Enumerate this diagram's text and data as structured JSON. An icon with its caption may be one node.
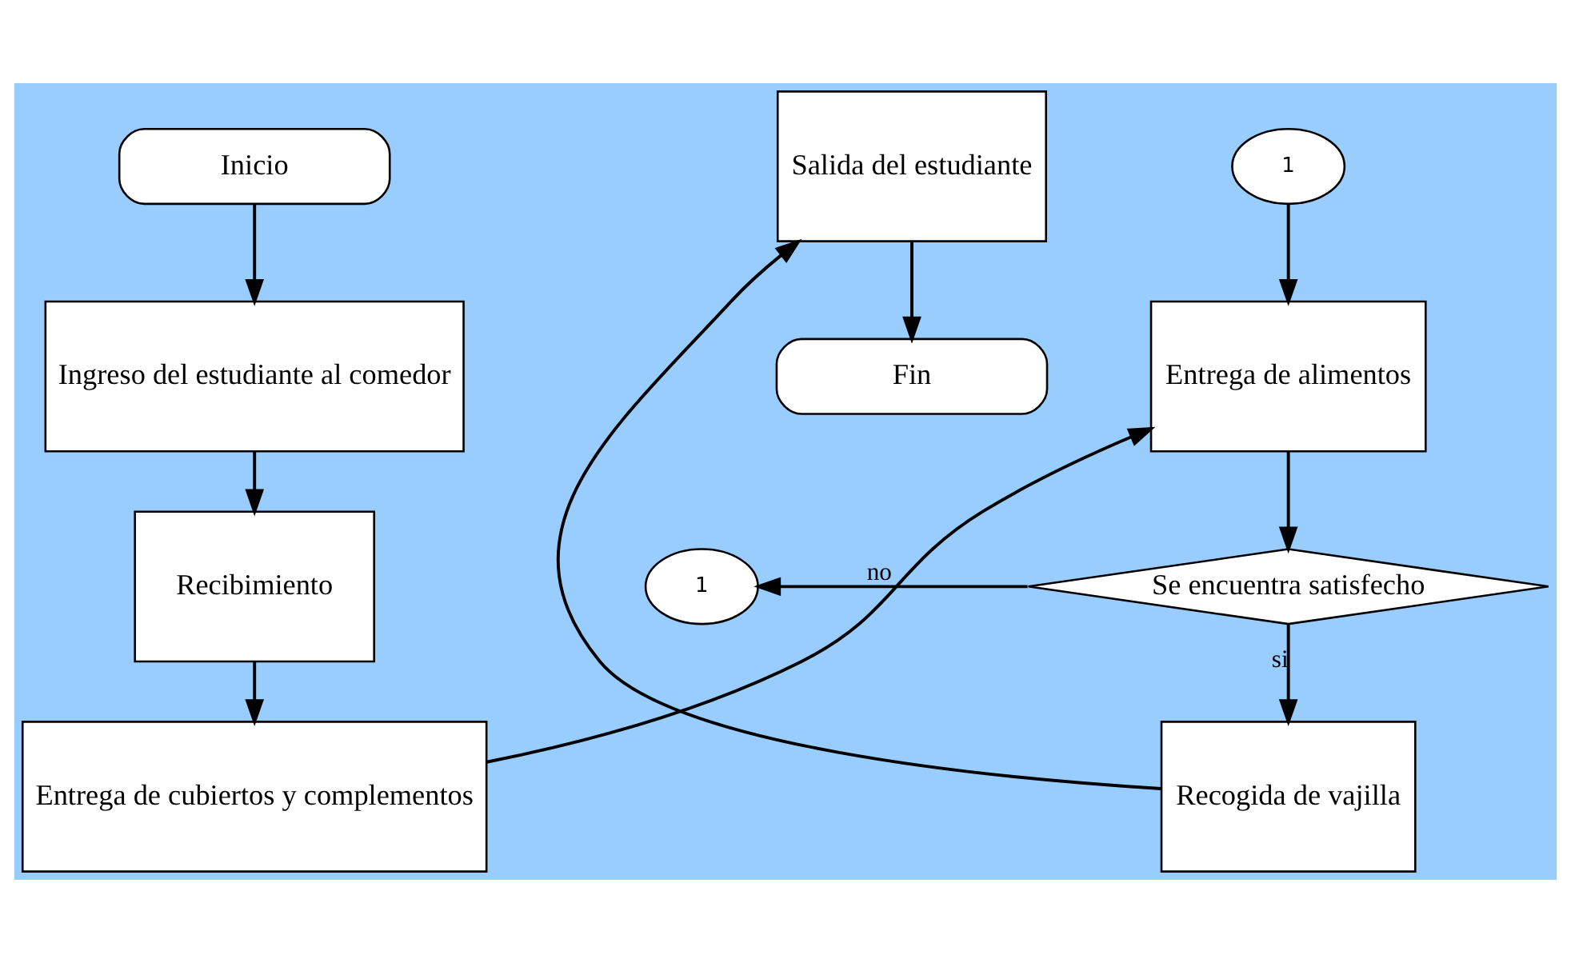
{
  "diagram": {
    "nodes": [
      {
        "text": [
          "Inicio"
        ]
      },
      {
        "text": [
          "Ingreso del estudiante al comedor"
        ]
      },
      {
        "text": [
          "Recibimiento"
        ]
      },
      {
        "text": [
          "Entrega de cubiertos y complementos"
        ]
      },
      {
        "text": [
          "Entrega de alimentos"
        ]
      },
      {
        "text": [
          "1"
        ]
      },
      {
        "text": [
          "Se encuentra satisfecho"
        ]
      },
      {
        "text": [
          "1"
        ]
      },
      {
        "text": [
          "Recogida de vajilla"
        ]
      },
      {
        "text": [
          "Salida del estudiante"
        ]
      },
      {
        "text": [
          "Fin"
        ]
      }
    ],
    "edges": [
      {
        "from": 0,
        "to": 1,
        "arrow": "to"
      },
      {
        "from": 1,
        "to": 2,
        "arrow": "to"
      },
      {
        "from": 2,
        "to": 3,
        "arrow": "to"
      },
      {
        "from": 3,
        "to": 4,
        "arrow": "to"
      },
      {
        "from": 5,
        "to": 4,
        "arrow": "to"
      },
      {
        "from": 4,
        "to": 6,
        "arrow": "to"
      },
      {
        "from": 6,
        "to": 7,
        "arrow": "to",
        "label": "no"
      },
      {
        "from": 6,
        "to": 8,
        "arrow": "to",
        "label": "si"
      },
      {
        "from": 8,
        "to": 9,
        "arrow": "to"
      },
      {
        "from": 9,
        "to": 10,
        "arrow": "to"
      }
    ]
  }
}
